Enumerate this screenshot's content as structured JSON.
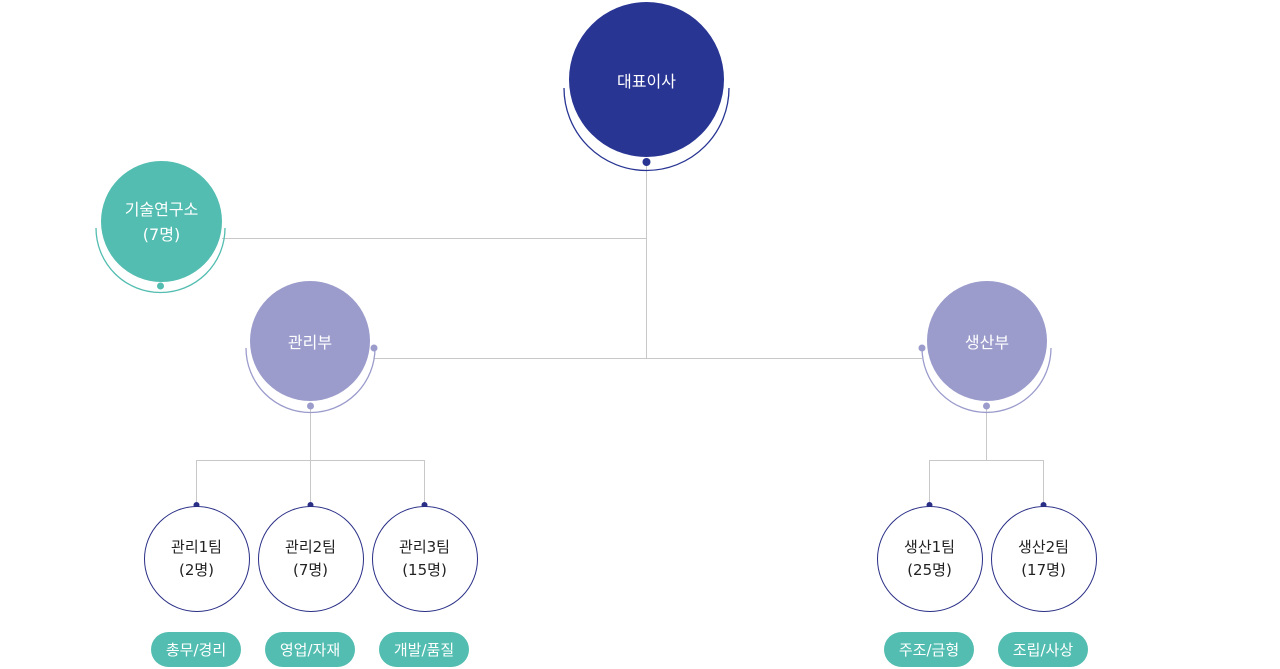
{
  "ceo": {
    "label": "대표이사"
  },
  "lab": {
    "label": "기술연구소",
    "count": "(7명)"
  },
  "departments": [
    {
      "label": "관리부"
    },
    {
      "label": "생산부"
    }
  ],
  "teams": [
    {
      "name": "관리1팀",
      "count": "(2명)",
      "duty": "총무/경리"
    },
    {
      "name": "관리2팀",
      "count": "(7명)",
      "duty": "영업/자재"
    },
    {
      "name": "관리3팀",
      "count": "(15명)",
      "duty": "개발/품질"
    },
    {
      "name": "생산1팀",
      "count": "(25명)",
      "duty": "주조/금형"
    },
    {
      "name": "생산2팀",
      "count": "(17명)",
      "duty": "조립/사상"
    }
  ],
  "colors": {
    "ceo": "#283593",
    "lab": "#52bdb0",
    "department": "#9b9ccc",
    "team_border": "#2a2f86",
    "tag": "#52bdb0",
    "connector": "#c8c8c8"
  }
}
